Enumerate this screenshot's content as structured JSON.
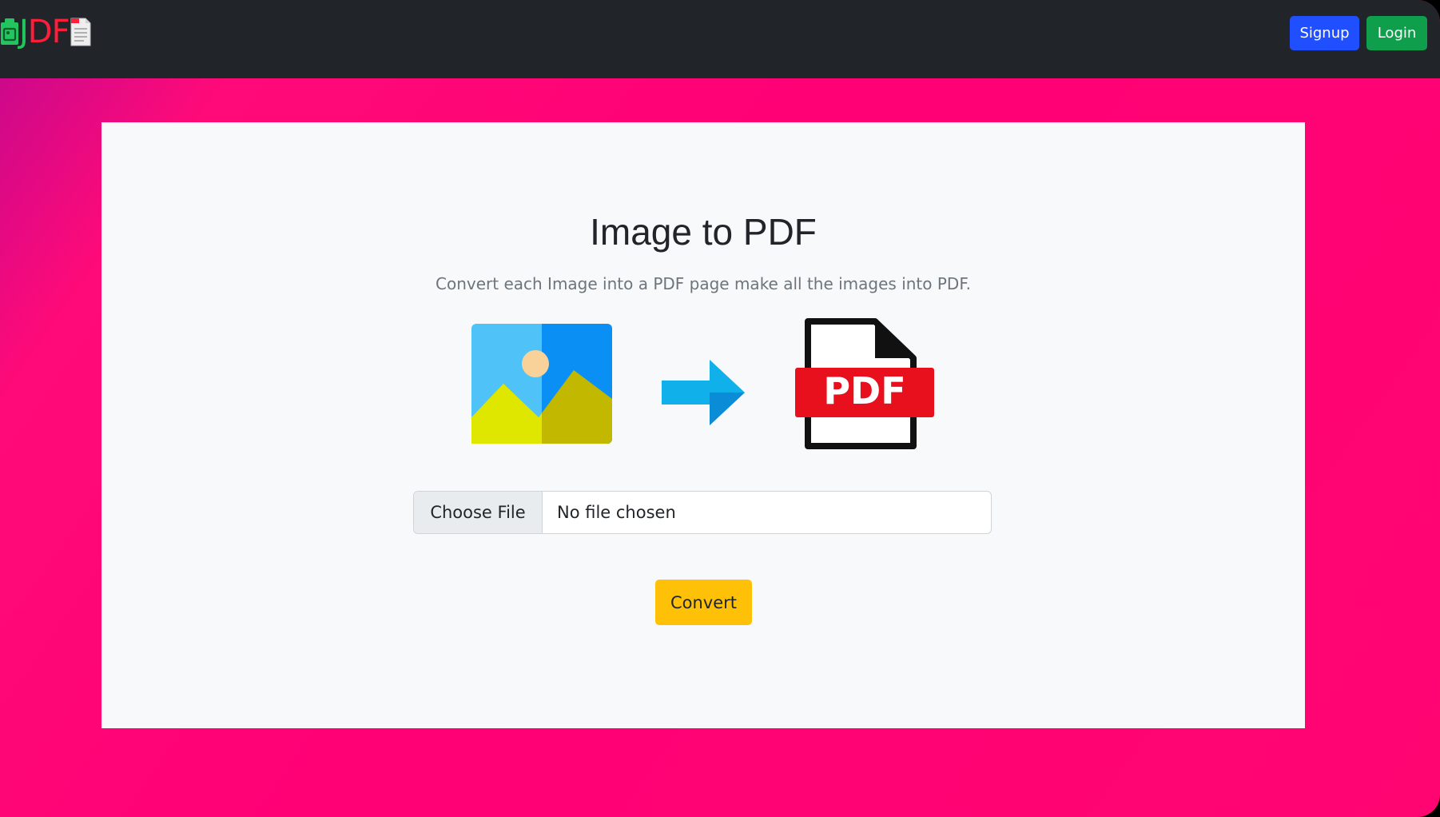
{
  "navbar": {
    "logo": {
      "letter_j": "J",
      "letters_df": "DF",
      "icon": "document-icon"
    },
    "signup_label": "Signup",
    "login_label": "Login"
  },
  "main": {
    "title": "Image to PDF",
    "description": "Convert each Image into a PDF page make all the images into PDF.",
    "illustration": {
      "source_icon": "image-icon",
      "arrow_icon": "arrow-right-icon",
      "target_icon": "pdf-file-icon",
      "pdf_label": "PDF"
    },
    "file_input": {
      "button_label": "Choose File",
      "status_text": "No file chosen"
    },
    "convert_label": "Convert"
  },
  "colors": {
    "navbar_bg": "#212529",
    "page_gradient_start": "#c0088f",
    "page_gradient_end": "#ff0075",
    "signup_bg": "#1f4fff",
    "login_bg": "#0f9e4c",
    "convert_bg": "#ffc107",
    "card_bg": "#f8f9fa"
  }
}
